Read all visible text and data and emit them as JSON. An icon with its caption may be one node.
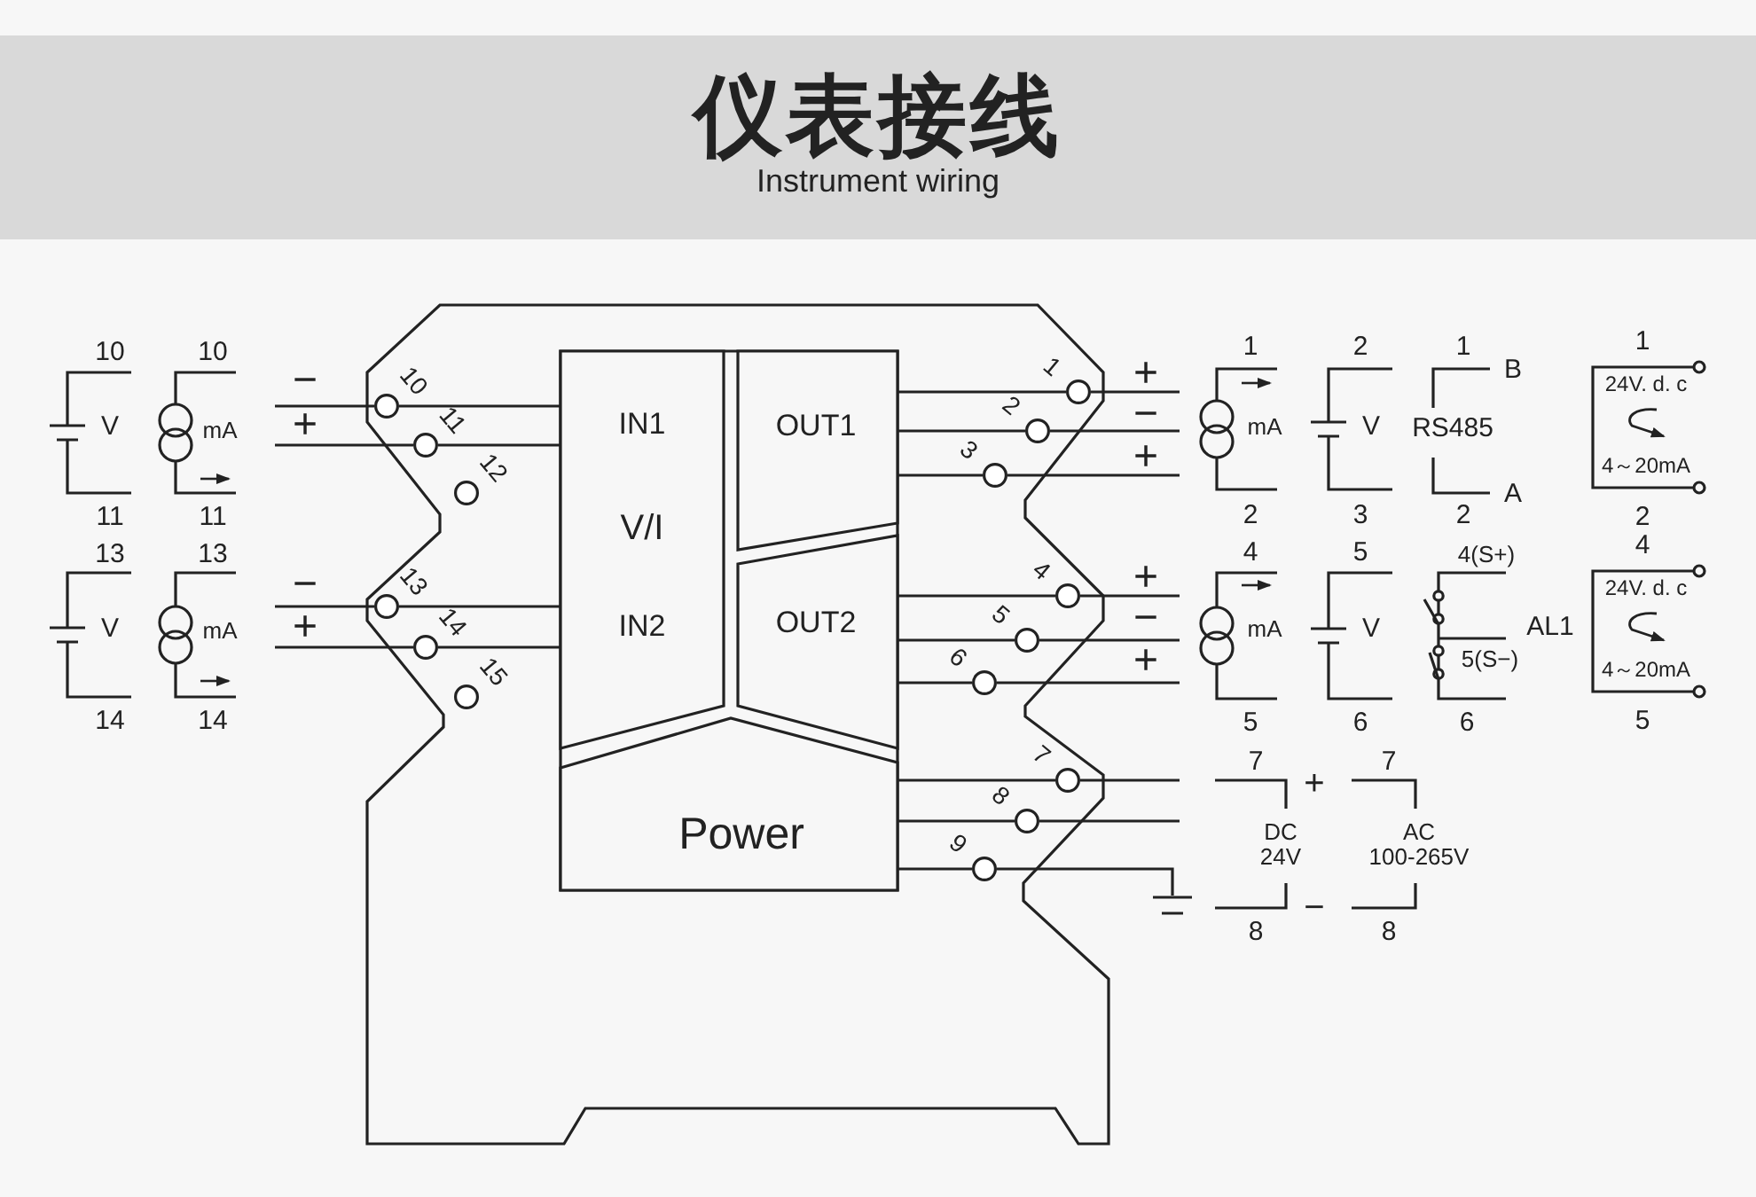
{
  "diagram": {
    "title": "仪表接线",
    "nodes": [
      {
        "text": [
          "IN1",
          "V/I",
          "IN2"
        ]
      },
      {
        "text": [
          "OUT1"
        ]
      },
      {
        "text": [
          "OUT2"
        ]
      },
      {
        "text": [
          "Power"
        ]
      },
      {
        "text": [],
        "shape": "circle",
        "beside": [
          "10"
        ]
      },
      {
        "text": [],
        "shape": "circle",
        "beside": [
          "11"
        ]
      },
      {
        "text": [],
        "shape": "circle",
        "beside": [
          "12"
        ]
      },
      {
        "text": [],
        "shape": "circle",
        "beside": [
          "13"
        ]
      },
      {
        "text": [],
        "shape": "circle",
        "beside": [
          "14"
        ]
      },
      {
        "text": [],
        "shape": "circle",
        "beside": [
          "15"
        ]
      },
      {
        "text": [],
        "shape": "circle",
        "beside": [
          "1"
        ]
      },
      {
        "text": [],
        "shape": "circle",
        "beside": [
          "2"
        ]
      },
      {
        "text": [],
        "shape": "circle",
        "beside": [
          "3"
        ]
      },
      {
        "text": [],
        "shape": "circle",
        "beside": [
          "4"
        ]
      },
      {
        "text": [],
        "shape": "circle",
        "beside": [
          "5"
        ]
      },
      {
        "text": [],
        "shape": "circle",
        "beside": [
          "6"
        ]
      },
      {
        "text": [],
        "shape": "circle",
        "beside": [
          "7"
        ]
      },
      {
        "text": [],
        "shape": "circle",
        "beside": [
          "8"
        ]
      },
      {
        "text": [],
        "shape": "circle",
        "beside": [
          "9"
        ]
      },
      {
        "text": [
          "24V. d. c",
          "4～20mA"
        ],
        "beside": [
          "1",
          "2"
        ]
      },
      {
        "text": [
          "24V. d. c",
          "4～20mA"
        ],
        "beside": [
          "4",
          "5"
        ]
      },
      {
        "text": [],
        "shape": "ground"
      }
    ],
    "edges": [
      {
        "from": 0,
        "to": 4,
        "arrow": "none"
      },
      {
        "from": 0,
        "to": 5,
        "arrow": "none"
      },
      {
        "from": 0,
        "to": 7,
        "arrow": "none"
      },
      {
        "from": 0,
        "to": 8,
        "arrow": "none"
      },
      {
        "from": 4,
        "to": null,
        "arrow": "none"
      },
      {
        "from": 5,
        "to": null,
        "arrow": "none"
      },
      {
        "from": 7,
        "to": null,
        "arrow": "none"
      },
      {
        "from": 8,
        "to": null,
        "arrow": "none"
      },
      {
        "from": 1,
        "to": 10,
        "arrow": "none"
      },
      {
        "from": 1,
        "to": 11,
        "arrow": "none"
      },
      {
        "from": 1,
        "to": 12,
        "arrow": "none"
      },
      {
        "from": 2,
        "to": 13,
        "arrow": "none"
      },
      {
        "from": 2,
        "to": 14,
        "arrow": "none"
      },
      {
        "from": 2,
        "to": 15,
        "arrow": "none"
      },
      {
        "from": 3,
        "to": 16,
        "arrow": "none"
      },
      {
        "from": 3,
        "to": 17,
        "arrow": "none"
      },
      {
        "from": 3,
        "to": 18,
        "arrow": "none"
      },
      {
        "from": 10,
        "to": null,
        "arrow": "none"
      },
      {
        "from": 11,
        "to": null,
        "arrow": "none"
      },
      {
        "from": 12,
        "to": null,
        "arrow": "none"
      },
      {
        "from": 13,
        "to": null,
        "arrow": "none"
      },
      {
        "from": 14,
        "to": null,
        "arrow": "none"
      },
      {
        "from": 15,
        "to": null,
        "arrow": "none"
      },
      {
        "from": 16,
        "to": null,
        "arrow": "none"
      },
      {
        "from": 17,
        "to": null,
        "arrow": "none"
      },
      {
        "from": 18,
        "to": 21,
        "arrow": "none"
      }
    ],
    "labels": [
      "Instrument wiring",
      "10",
      "V",
      "11",
      "10",
      "mA",
      "11",
      "13",
      "V",
      "14",
      "13",
      "mA",
      "14",
      "−",
      "+",
      "−",
      "+",
      "+",
      "−",
      "+",
      "+",
      "−",
      "+",
      "1",
      "mA",
      "2",
      "2",
      "V",
      "3",
      "1",
      "B",
      "RS485",
      "2",
      "A",
      "4",
      "mA",
      "5",
      "5",
      "V",
      "6",
      "4(S+)",
      "AL1",
      "5(S−)",
      "6",
      "7",
      "DC 24V",
      "8",
      "+",
      "−",
      "7",
      "AC 100-265V",
      "8"
    ]
  }
}
